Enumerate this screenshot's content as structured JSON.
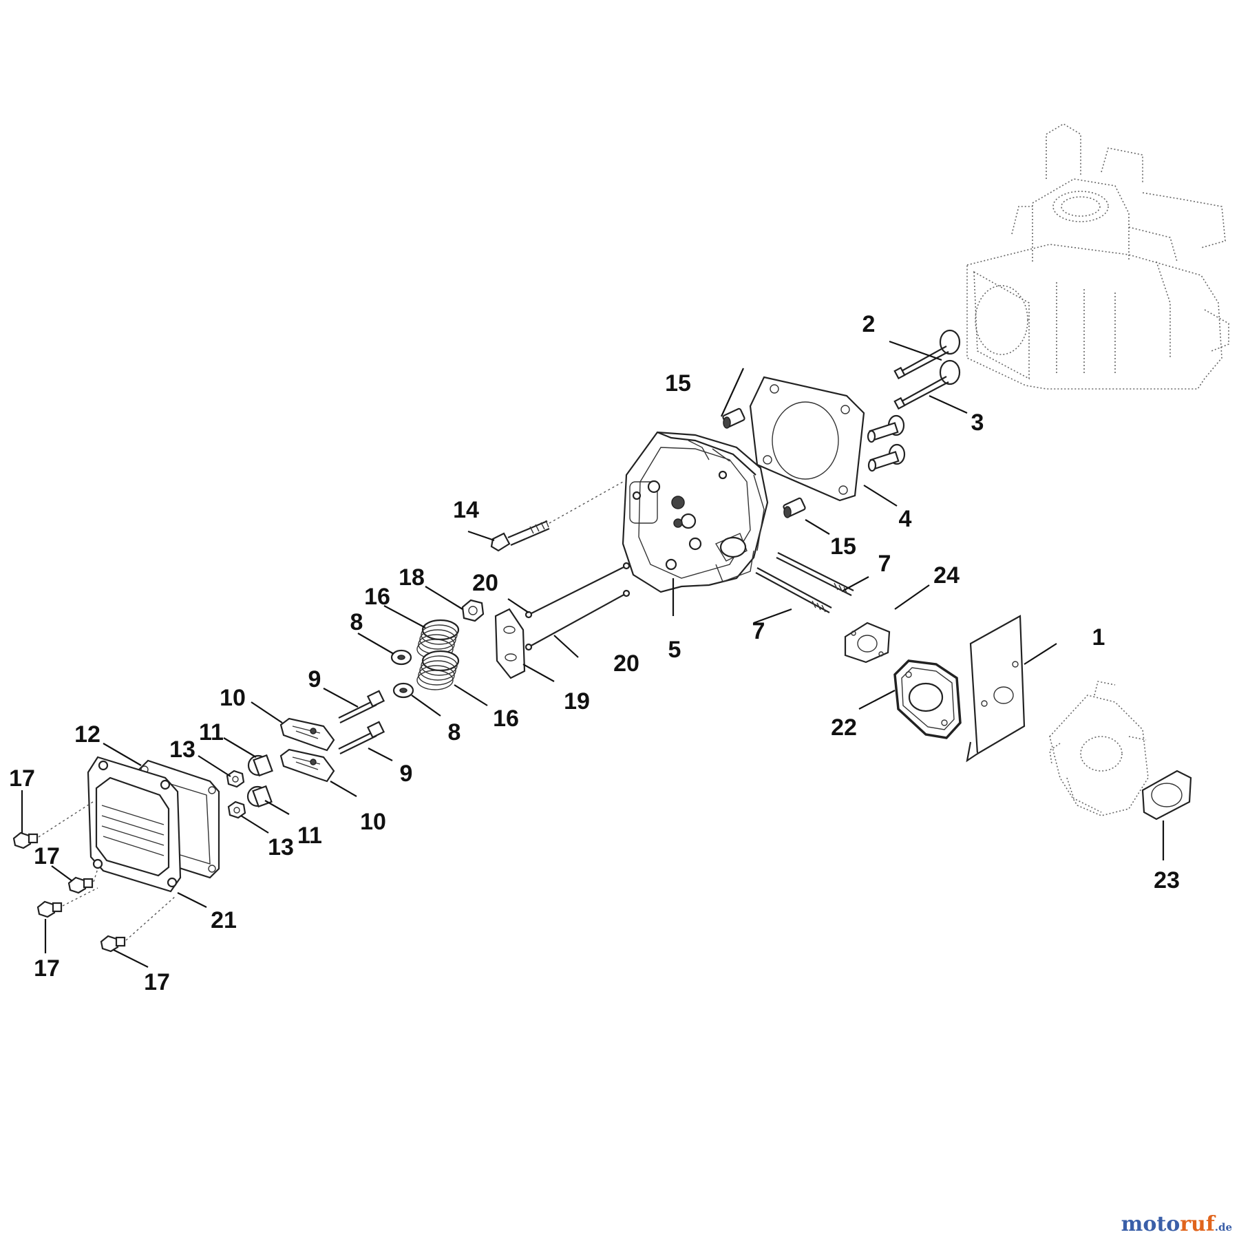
{
  "labels": {
    "p1": "1",
    "p2": "2",
    "p3": "3",
    "p4": "4",
    "p5": "5",
    "p7a": "7",
    "p7b": "7",
    "p8a": "8",
    "p8b": "8",
    "p9a": "9",
    "p9b": "9",
    "p10a": "10",
    "p10b": "10",
    "p11a": "11",
    "p11b": "11",
    "p12": "12",
    "p13a": "13",
    "p13b": "13",
    "p14": "14",
    "p15a": "15",
    "p15b": "15",
    "p16a": "16",
    "p16b": "16",
    "p17a": "17",
    "p17b": "17",
    "p17c": "17",
    "p17d": "17",
    "p18": "18",
    "p19": "19",
    "p20a": "20",
    "p20b": "20",
    "p21": "21",
    "p22": "22",
    "p23": "23",
    "p24": "24"
  },
  "watermark": {
    "part1": "moto",
    "part2": "ruf",
    "part3": ".de"
  }
}
